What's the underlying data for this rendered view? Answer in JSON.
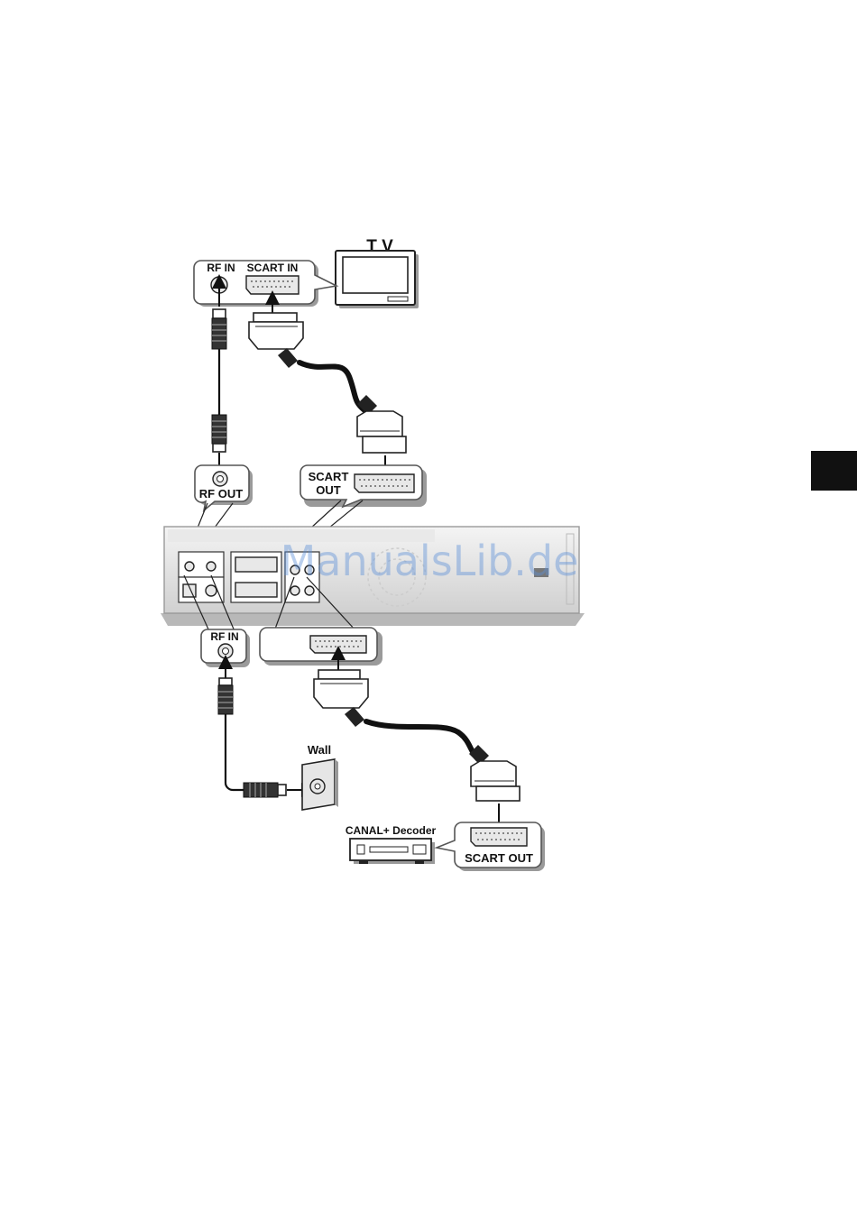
{
  "labels": {
    "tv": "T V",
    "tv_rf_in": "RF IN",
    "tv_scart_in": "SCART IN",
    "rf_out": "RF OUT",
    "scart_out_top_line1": "SCART",
    "scart_out_top_line2": "OUT",
    "rf_in": "RF IN",
    "wall": "Wall",
    "decoder": "CANAL+ Decoder",
    "decoder_scart_out": "SCART OUT"
  },
  "watermark": "ManualsLib.de",
  "colors": {
    "watermark": "#5b8fd8",
    "side_tab": "#111111"
  }
}
